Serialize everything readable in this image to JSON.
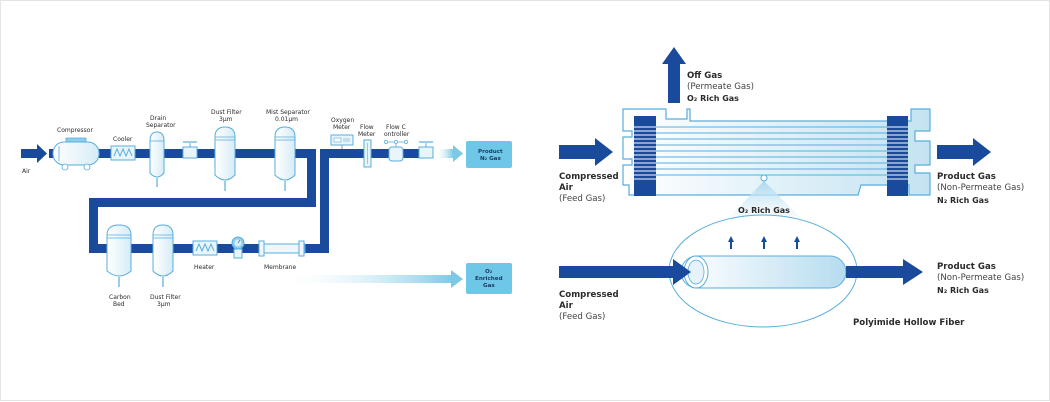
{
  "colors": {
    "pipe": "#1a4a9c",
    "pipe_dark": "#163f8a",
    "outline": "#58aede",
    "light_fill": "#e9f4fb",
    "box_fill": "#6ec7e6",
    "arrow_light": "#7cc9e6"
  },
  "left_diagram": {
    "inlet": {
      "label": "Air"
    },
    "components": [
      {
        "id": "compressor",
        "label": "Compressor"
      },
      {
        "id": "cooler",
        "label": "Cooler"
      },
      {
        "id": "drain-separator",
        "label_line1": "Drain",
        "label_line2": "Separator"
      },
      {
        "id": "dust-filter-1",
        "label_line1": "Dust Filter",
        "label_line2": "3μm"
      },
      {
        "id": "mist-separator",
        "label_line1": "Mist Separator",
        "label_line2": "0.01μm"
      },
      {
        "id": "oxygen-meter",
        "label_line1": "Oxygen",
        "label_line2": "Meter"
      },
      {
        "id": "flow-meter",
        "label_line1": "Flow",
        "label_line2": "Meter"
      },
      {
        "id": "flow-controller",
        "label_line1": "Flow C",
        "label_line2": "ontroller"
      },
      {
        "id": "carbon-bed",
        "label_line1": "Carbon",
        "label_line2": "Bed"
      },
      {
        "id": "dust-filter-2",
        "label_line1": "Dust Filter",
        "label_line2": "3μm"
      },
      {
        "id": "heater",
        "label": "Heater"
      },
      {
        "id": "membrane",
        "label": "Membrane"
      }
    ],
    "outputs": {
      "product": {
        "line1": "Product",
        "line2": "N₂ Gas"
      },
      "enriched": {
        "line1": "O₂",
        "line2": "Enriched",
        "line3": "Gas"
      }
    }
  },
  "right_diagram": {
    "off_gas": {
      "line1": "Off Gas",
      "line2": "(Permeate Gas)",
      "line3": "O₂ Rich Gas"
    },
    "feed_top": {
      "line1": "Compressed",
      "line2": "Air",
      "line3": "(Feed Gas)"
    },
    "product_top": {
      "line1": "Product Gas",
      "line2": "(Non-Permeate Gas)",
      "line3": "N₂ Rich Gas"
    },
    "o2_rich_center": "O₂ Rich Gas",
    "feed_bottom": {
      "line1": "Compressed",
      "line2": "Air",
      "line3": "(Feed Gas)"
    },
    "product_bottom": {
      "line1": "Product Gas",
      "line2": "(Non-Permeate Gas)",
      "line3": "N₂ Rich Gas"
    },
    "fiber_caption": "Polyimide Hollow Fiber"
  }
}
